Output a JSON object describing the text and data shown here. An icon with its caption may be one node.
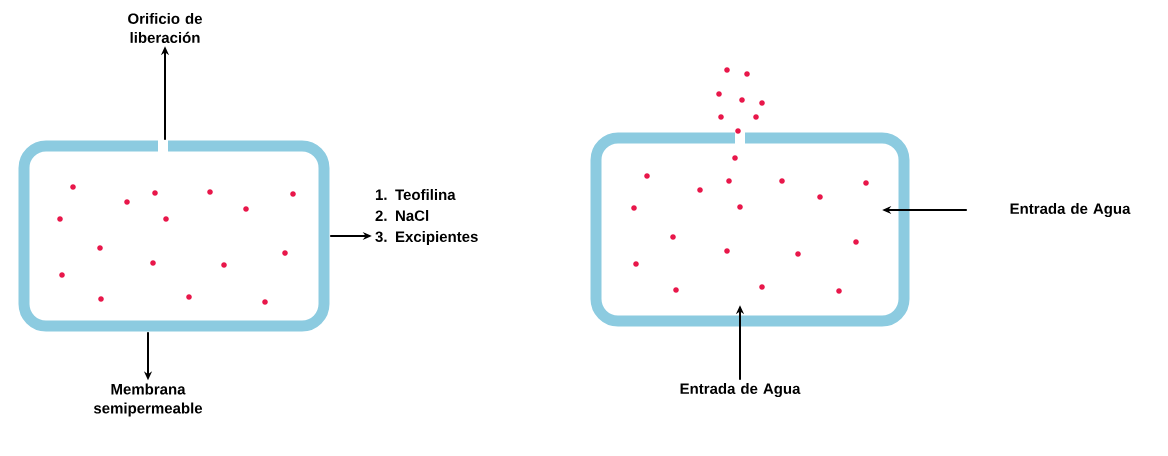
{
  "diagram": {
    "nodes": [
      {
        "text": [],
        "shape": "box"
      },
      {
        "text": [
          "Orificio de liberación"
        ]
      },
      {
        "text": [
          "Membrana semipermeable"
        ]
      },
      {
        "text": [
          "1. Teofilina",
          "2. NaCl",
          "3. Excipientes"
        ]
      },
      {
        "text": [],
        "shape": "box"
      },
      {
        "text": [
          "Entrada de Agua"
        ]
      },
      {
        "text": [
          "Entrada de Agua"
        ]
      }
    ],
    "edges": [
      {
        "from": 0,
        "to": 1,
        "arrow": "to"
      },
      {
        "from": 0,
        "to": 2,
        "arrow": "to"
      },
      {
        "from": 0,
        "to": 3,
        "arrow": "to"
      },
      {
        "from": 5,
        "to": 4,
        "arrow": "to"
      },
      {
        "from": 6,
        "to": 4,
        "arrow": "to"
      }
    ]
  }
}
